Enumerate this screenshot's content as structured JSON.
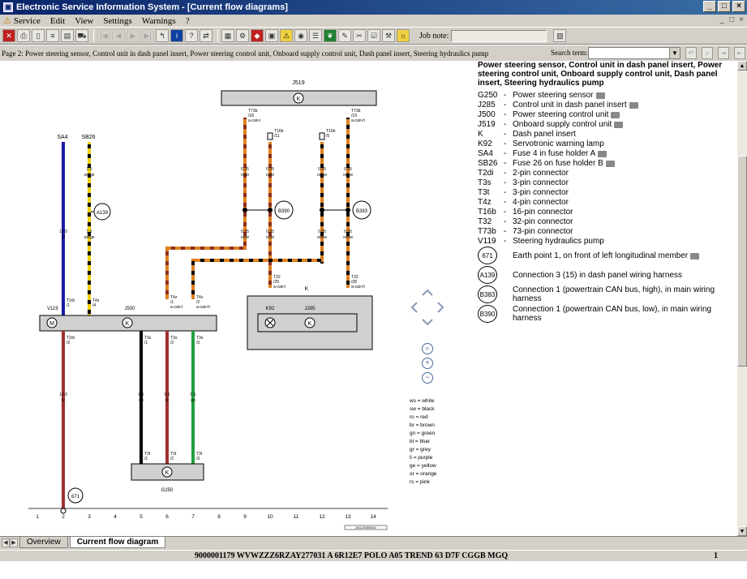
{
  "window": {
    "title": "Electronic Service Information System - [Current flow diagrams]",
    "controls": [
      "_",
      "□",
      "×"
    ]
  },
  "menu": {
    "items": [
      "Service",
      "Edit",
      "View",
      "Settings",
      "Warnings",
      "?"
    ],
    "mdi_controls": [
      "_",
      "□",
      "×"
    ]
  },
  "toolbar": {
    "job_note_label": "Job note:",
    "job_note_value": ""
  },
  "pagebar": {
    "page_title": "Page 2: Power steering sensor, Control unit in dash panel insert, Power steering control unit, Onboard supply control unit, Dash panel insert, Steering hydraulics pump",
    "search_label": "Search term:",
    "search_value": ""
  },
  "legend": {
    "title": "Power steering sensor, Control unit in dash panel insert, Power steering control unit, Onboard supply control unit, Dash panel insert, Steering hydraulics pump",
    "components": [
      {
        "code": "G250",
        "desc": "Power steering sensor",
        "camera": true
      },
      {
        "code": "J285",
        "desc": "Control unit in dash panel insert",
        "camera": true
      },
      {
        "code": "J500",
        "desc": "Power steering control unit",
        "camera": true
      },
      {
        "code": "J519",
        "desc": "Onboard supply control unit",
        "camera": true
      },
      {
        "code": "K",
        "desc": "Dash panel insert",
        "camera": false
      },
      {
        "code": "K92",
        "desc": "Servotronic warning lamp",
        "camera": false
      },
      {
        "code": "SA4",
        "desc": "Fuse 4 in fuse holder A",
        "camera": true
      },
      {
        "code": "SB26",
        "desc": "Fuse 26 on fuse holder B",
        "camera": true
      },
      {
        "code": "T2di",
        "desc": "2-pin connector",
        "camera": false
      },
      {
        "code": "T3s",
        "desc": "3-pin connector",
        "camera": false
      },
      {
        "code": "T3t",
        "desc": "3-pin connector",
        "camera": false
      },
      {
        "code": "T4z",
        "desc": "4-pin connector",
        "camera": false
      },
      {
        "code": "T16b",
        "desc": "16-pin connector",
        "camera": false
      },
      {
        "code": "T32",
        "desc": "32-pin connector",
        "camera": false
      },
      {
        "code": "T73b",
        "desc": "73-pin connector",
        "camera": false
      },
      {
        "code": "V119",
        "desc": "Steering hydraulics pump",
        "camera": false
      }
    ],
    "points": [
      {
        "code": "671",
        "desc": "Earth point 1, on front of left longitudinal member",
        "camera": true
      },
      {
        "code": "A139",
        "desc": "Connection 3 (15) in dash panel wiring harness",
        "camera": false
      },
      {
        "code": "B383",
        "desc": "Connection 1 (powertrain CAN bus, high), in main wiring harness",
        "camera": false
      },
      {
        "code": "B390",
        "desc": "Connection 1 (powertrain CAN bus, low), in main wiring harness",
        "camera": false
      }
    ]
  },
  "diagram": {
    "labels": {
      "j519": "J519",
      "j500": "J500",
      "k": "K",
      "k92": "K92",
      "j285": "J285",
      "g250": "G250",
      "v119": "V119",
      "sa4": "SA4",
      "sb26": "SB26",
      "k_symbol": "K",
      "m_symbol": "M",
      "t73b_18": "T73b",
      "t73b_18_pin": "/18",
      "t73b_18_sig": "a-can-l",
      "t73b_19": "T73b",
      "t73b_19_pin": "/19",
      "t73b_19_sig": "a-can-h",
      "t16b_11": "T16b",
      "t16b_11_pin": "/11",
      "t16b_5": "T16b",
      "t16b_5_pin": "/5",
      "t32_29": "T32",
      "t32_29_pin": "/29",
      "t32_29_sig": "a-can-l",
      "t32_28": "T32",
      "t32_28_pin": "/28",
      "t32_28_sig": "a-can-h",
      "t2di_1": "T2di",
      "t2di_1_pin": "/1",
      "t4z_4": "T4z",
      "t4z_4_pin": "/4",
      "t4z_1": "T4z",
      "t4z_1_pin": "/1",
      "t4z_1_sig": "a-can-l",
      "t4z_2": "T4z",
      "t4z_2_pin": "/2",
      "t4z_2_sig": "a-can-h",
      "t2di_2": "T2di",
      "t2di_2_pin": "/2",
      "t3s_1": "T3s",
      "t3s_1_pin": "/1",
      "t3s_2": "T3s",
      "t3s_2_pin": "/2",
      "t3s_3": "T3s",
      "t3s_3_pin": "/3",
      "t3t_1": "T3t",
      "t3t_1_pin": "/1",
      "t3t_2": "T3t",
      "t3t_2_pin": "/2",
      "t3t_3": "T3t",
      "t3t_3_pin": "/3"
    },
    "wires": {
      "sa4_size": "10.0",
      "sa4_color": "bl",
      "sb26_size_top": "1.5",
      "sb26_color_top": "sw/ge",
      "sb26_size": "1.0",
      "sb26_color": "sw/ge",
      "w1_size_top": "0.35",
      "w1_color_top": "or/br",
      "w2_size_top": "0.35",
      "w2_color_top": "or/br",
      "w3_size_top": "0.35",
      "w3_color_top": "or/sw",
      "w4_size_top": "0.35",
      "w4_color_top": "or/sw",
      "w1_size": "0.35",
      "w1_color": "or/br",
      "w2_size": "0.35",
      "w2_color": "or/br",
      "w3_size": "0.35",
      "w3_color": "or/sw",
      "w4_size": "0.35",
      "w4_color": "or/sw",
      "earth_size": "10.0",
      "earth_color": "br",
      "s1_size": "0.5",
      "s1_color": "sw",
      "s2_size": "0.5",
      "s2_color": "br",
      "s3_size": "0.5",
      "s3_color": "gn"
    },
    "circles": {
      "a139": "A139",
      "b390": "B390",
      "b383": "B383",
      "e671": "671"
    },
    "color_key": [
      "ws = white",
      "sw = black",
      "ro = red",
      "br = brown",
      "gn = green",
      "bl = blue",
      "gr = grey",
      "li = purple",
      "ge = yellow",
      "or = orange",
      "rs = pink"
    ],
    "track_numbers": [
      "1",
      "2",
      "3",
      "4",
      "5",
      "6",
      "7",
      "8",
      "9",
      "10",
      "11",
      "12",
      "13",
      "14"
    ],
    "drawing_ref": "ASL20080000",
    "colors": {
      "blue": "#1a1aa0",
      "yellow": "#f0d000",
      "orange": "#e08020",
      "brown": "#a03030",
      "green": "#20a040",
      "black": "#000000",
      "box": "#d0d0d0"
    }
  },
  "tabs": [
    {
      "label": "Overview",
      "active": false
    },
    {
      "label": "Current flow diagram",
      "active": true
    }
  ],
  "status": {
    "vehicle": "9000001179   WVWZZZ6RZAY277031   A   6R12E7   POLO A05 TREND 63 D7F   CGGB   MGQ",
    "page": "1"
  }
}
